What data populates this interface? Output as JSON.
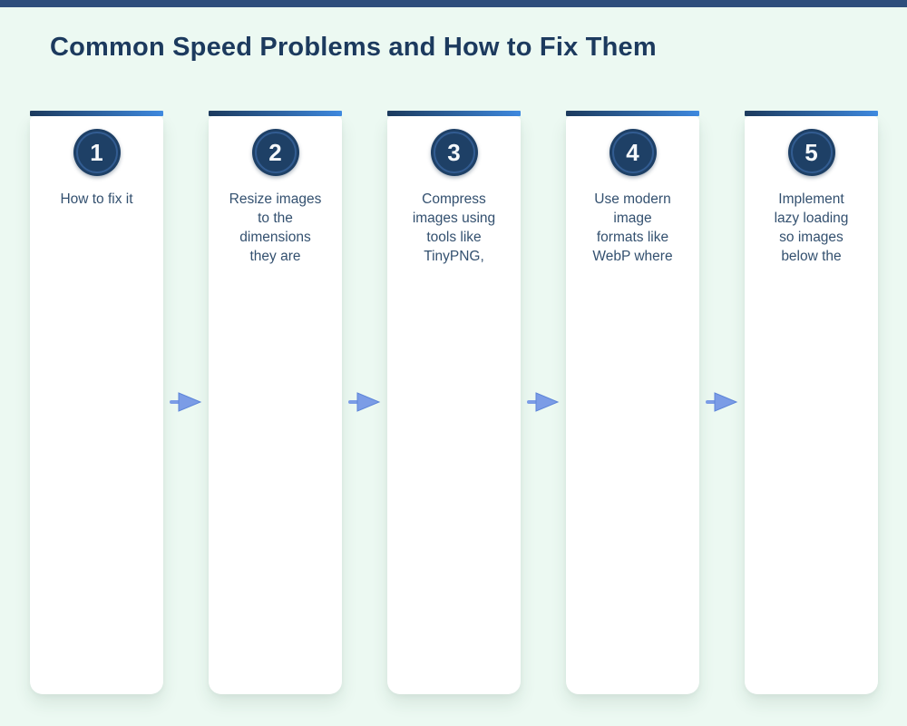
{
  "page": {
    "title": "Common Speed Problems and How to Fix Them"
  },
  "colors": {
    "page_background": "#ecf9f2",
    "top_bar": "#2e4e7c",
    "card_background": "#ffffff",
    "accent_start": "#1d3b5e",
    "accent_end": "#3f8ae0",
    "circle_fill": "#1e4066",
    "circle_ring": "#3a66a0",
    "circle_number": "#f5f8fb",
    "title_text": "#1c3a5e",
    "card_text": "#33506f",
    "arrow": "#7b9ce6"
  },
  "icons": {
    "connector": "arrow-right-icon"
  },
  "cards": [
    {
      "number": "1",
      "text": "How to fix it"
    },
    {
      "number": "2",
      "text": "Resize images\nto the\ndimensions\nthey are"
    },
    {
      "number": "3",
      "text": "Compress\nimages using\ntools like\nTinyPNG,"
    },
    {
      "number": "4",
      "text": "Use modern\nimage\nformats like\nWebP where"
    },
    {
      "number": "5",
      "text": "Implement\nlazy loading\nso images\nbelow the"
    }
  ]
}
